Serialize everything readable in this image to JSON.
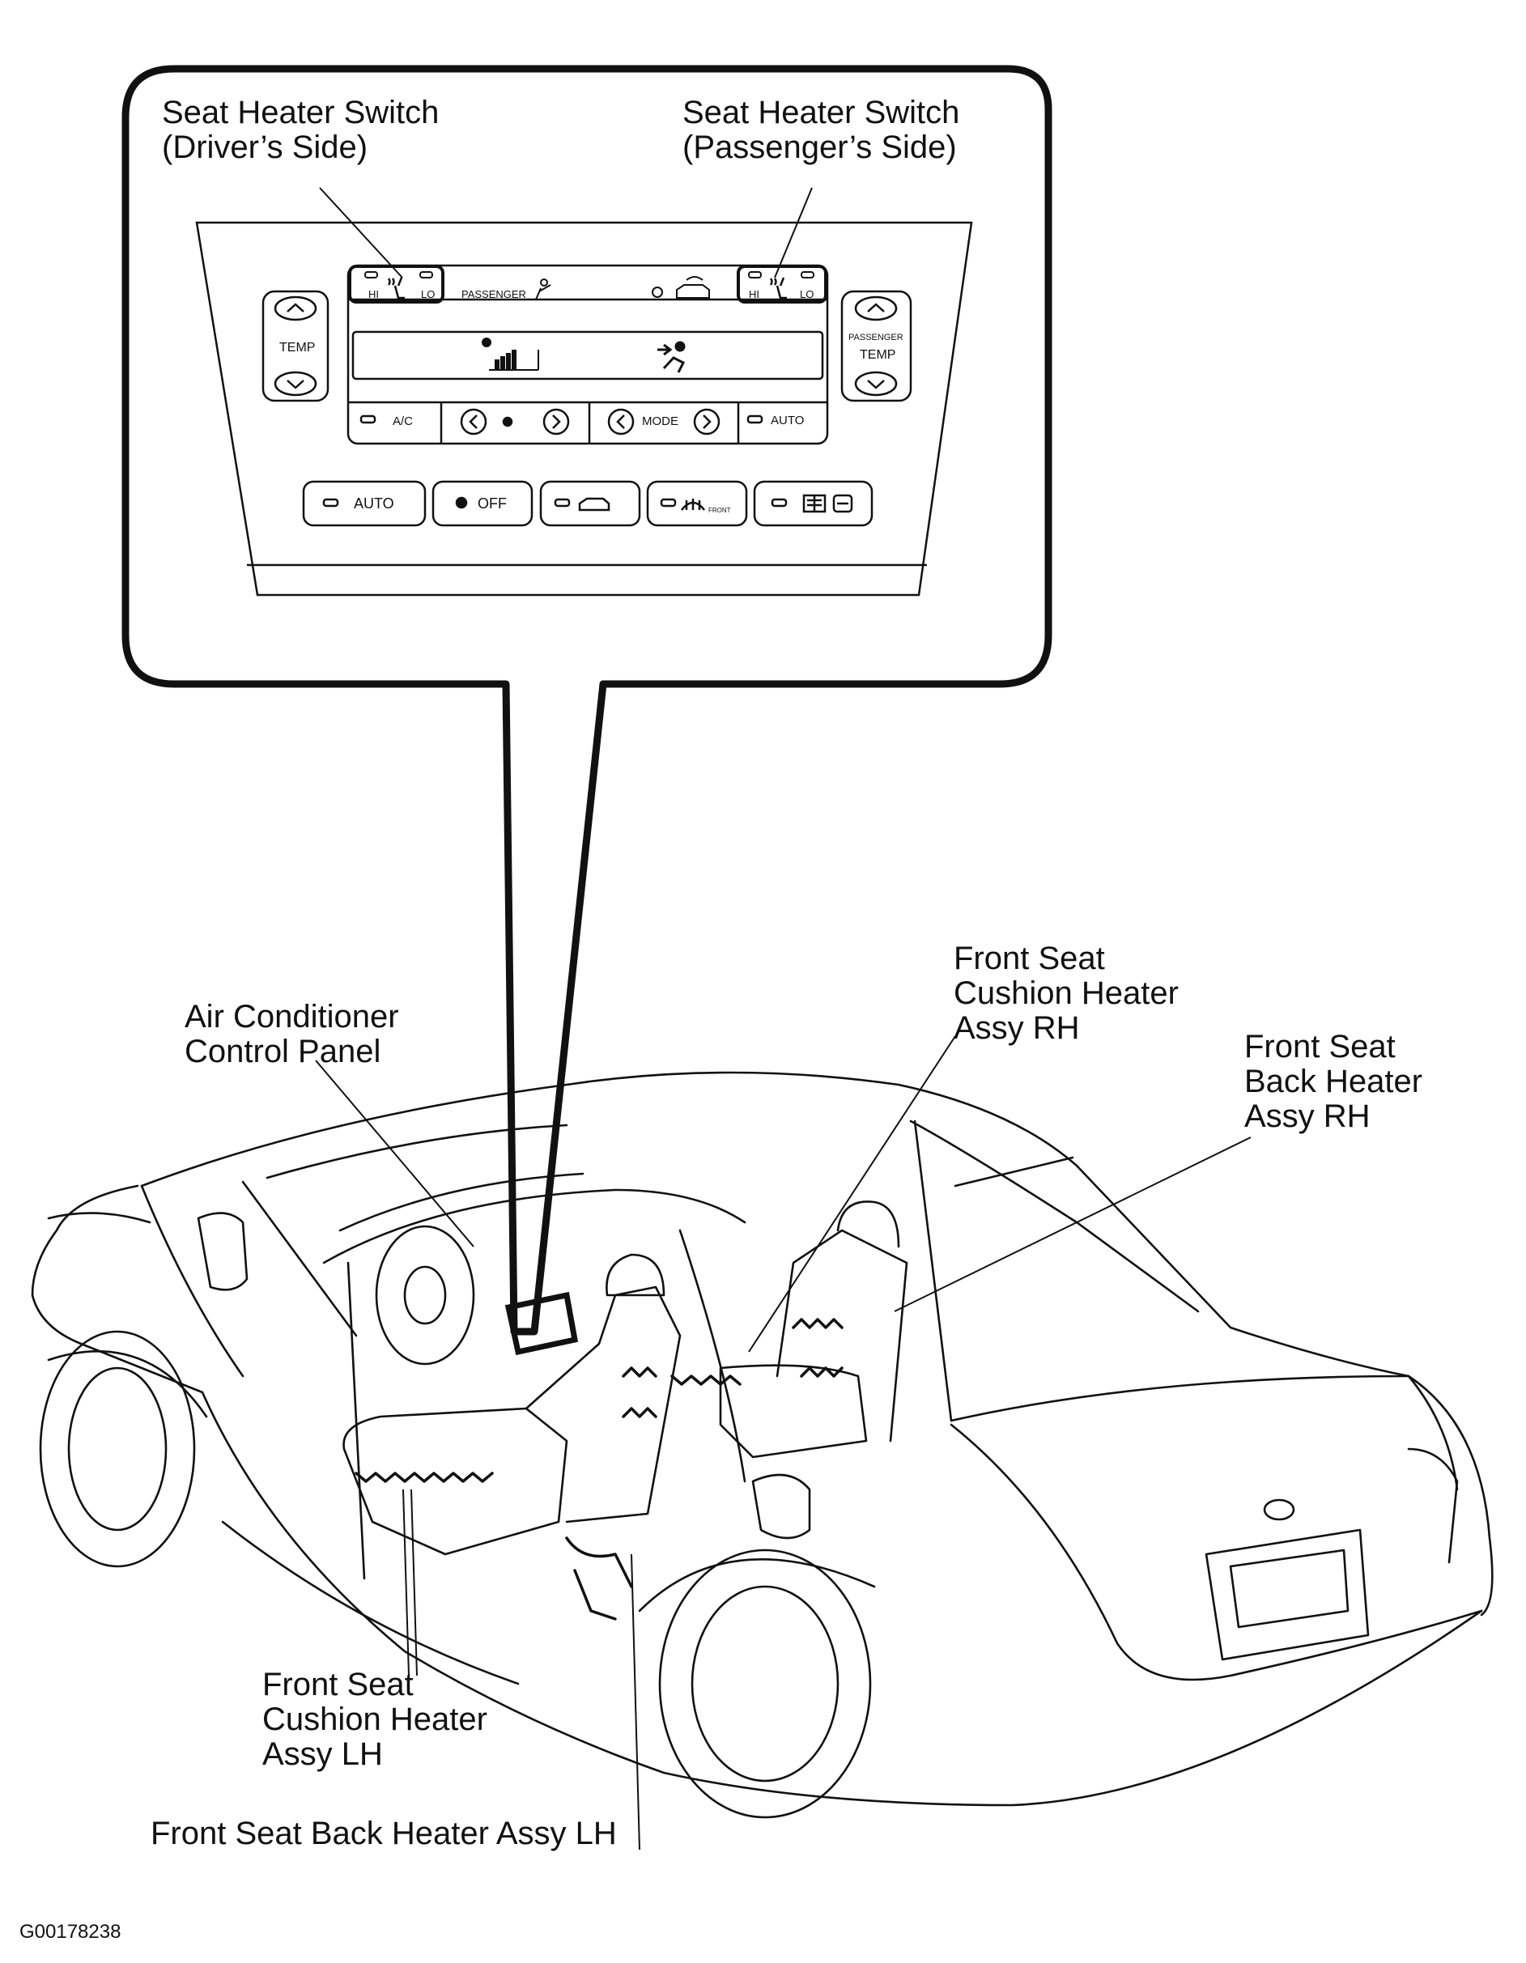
{
  "callout": {
    "driver_switch": [
      "Seat Heater Switch",
      "(Driver’s Side)"
    ],
    "passenger_switch": [
      "Seat Heater Switch",
      "(Passenger’s Side)"
    ]
  },
  "panel": {
    "hi": "HI",
    "lo": "LO",
    "passenger": "PASSENGER",
    "temp": "TEMP",
    "passenger_temp": [
      "PASSENGER",
      "TEMP"
    ],
    "ac": "A/C",
    "mode": "MODE",
    "auto": "AUTO",
    "off": "OFF",
    "front": "FRONT"
  },
  "labels": {
    "ac_panel": [
      "Air Conditioner",
      "Control Panel"
    ],
    "cushion_rh": [
      "Front Seat",
      "Cushion Heater",
      "Assy RH"
    ],
    "back_rh": [
      "Front Seat",
      "Back Heater",
      "Assy RH"
    ],
    "cushion_lh": [
      "Front Seat",
      "Cushion Heater",
      "Assy LH"
    ],
    "back_lh": "Front Seat Back Heater Assy LH"
  },
  "figure_id": "G00178238"
}
